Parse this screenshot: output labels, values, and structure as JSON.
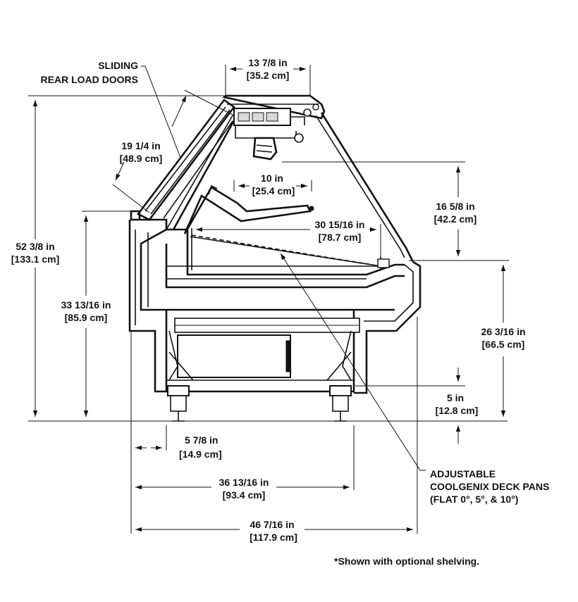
{
  "callouts": {
    "sliding_line1": "SLIDING",
    "sliding_line2": "REAR LOAD DOORS",
    "deck_line1": "ADJUSTABLE",
    "deck_line2": "COOLGENIX DECK PANS",
    "deck_line3": "(FLAT 0°, 5°, & 10°)"
  },
  "dimensions": {
    "top_width": {
      "imperial": "13 7/8 in",
      "metric": "[35.2 cm]"
    },
    "door_length": {
      "imperial": "19 1/4 in",
      "metric": "[48.9 cm]"
    },
    "shelf_depth": {
      "imperial": "10 in",
      "metric": "[25.4 cm]"
    },
    "glass_height": {
      "imperial": "16 5/8 in",
      "metric": "[42.2 cm]"
    },
    "deck_depth": {
      "imperial": "30 15/16 in",
      "metric": "[78.7 cm]"
    },
    "overall_height": {
      "imperial": "52 3/8 in",
      "metric": "[133.1 cm]"
    },
    "rear_height": {
      "imperial": "33 13/16 in",
      "metric": "[85.9 cm]"
    },
    "front_height": {
      "imperial": "26 3/16 in",
      "metric": "[66.5 cm]"
    },
    "leg_height": {
      "imperial": "5 in",
      "metric": "[12.8 cm]"
    },
    "rear_offset": {
      "imperial": "5 7/8 in",
      "metric": "[14.9 cm]"
    },
    "base_depth": {
      "imperial": "36 13/16 in",
      "metric": "[93.4 cm]"
    },
    "overall_depth": {
      "imperial": "46 7/16 in",
      "metric": "[117.9 cm]"
    }
  },
  "footnote": "*Shown with optional shelving."
}
